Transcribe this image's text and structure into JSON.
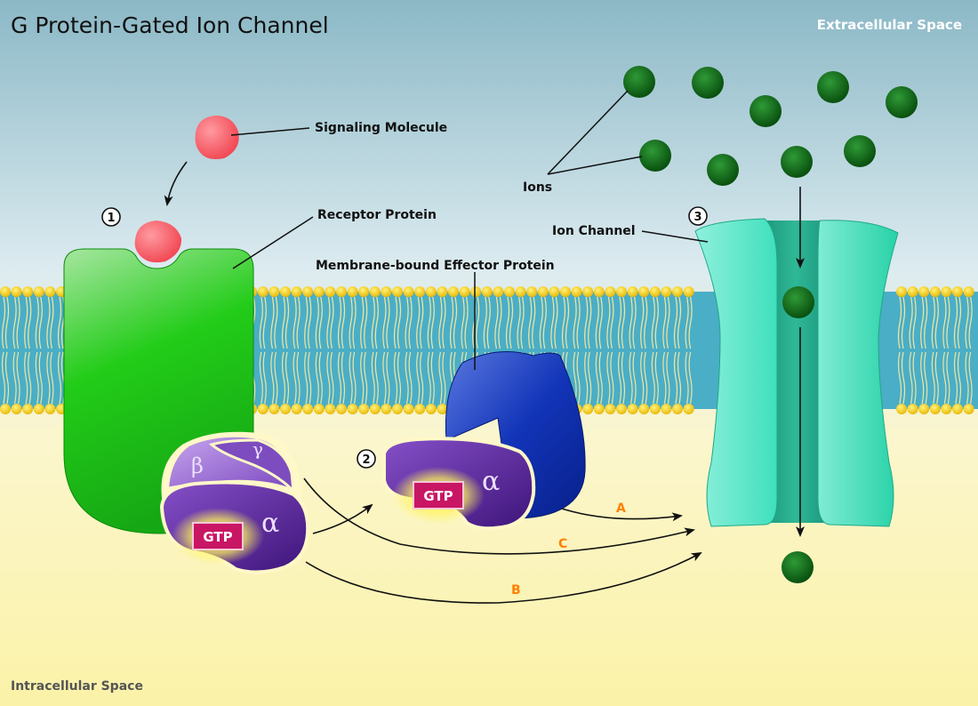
{
  "title": "G Protein-Gated Ion Channel",
  "regions": {
    "extracellular": "Extracellular Space",
    "intracellular": "Intracellular Space"
  },
  "labels": {
    "signaling_molecule": "Signaling Molecule",
    "receptor_protein": "Receptor Protein",
    "effector_protein": "Membrane-bound Effector Protein",
    "ions": "Ions",
    "ion_channel": "Ion Channel"
  },
  "steps": {
    "one": "1",
    "two": "2",
    "three": "3"
  },
  "subunits": {
    "beta": "β",
    "gamma": "γ",
    "alpha_complex": "α",
    "alpha_free": "α",
    "gtp_complex": "GTP",
    "gtp_free": "GTP"
  },
  "pathways": {
    "a": "A",
    "b": "B",
    "c": "C"
  },
  "colors": {
    "pathway_label": "#ff8000",
    "receptor": "#19c919",
    "effector": "#1030b0",
    "channel": "#40e0c0",
    "gprotein": "#5a2596",
    "ion": "#0a6b14",
    "signal": "#ff5a64"
  }
}
